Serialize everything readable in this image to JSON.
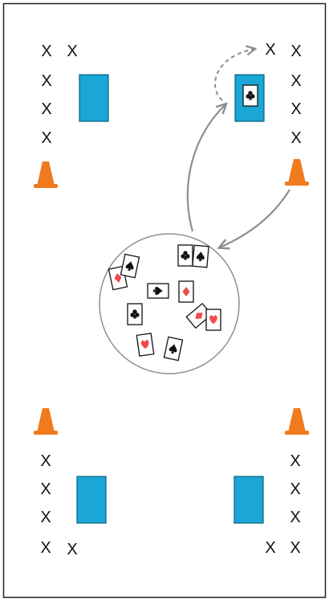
{
  "diagram": {
    "player_mark": "X",
    "colors": {
      "border": "#222222",
      "mat": "#1aa6d6",
      "mat_stroke": "#0b5f80",
      "cone": "#f07a1e",
      "arrow": "#8a8f96",
      "circle": "#8a8f96",
      "card_border": "#111111",
      "suit_black": "#111111",
      "suit_red": "#f04a4a"
    },
    "icons": {
      "mat": "blue-rectangle-mat",
      "cone": "orange-cone-icon",
      "card": "playing-card-icon",
      "club": "club-suit-icon",
      "spade": "spade-suit-icon",
      "diamond": "diamond-suit-icon",
      "heart": "heart-suit-icon"
    },
    "cards": [
      {
        "suit": "diamond",
        "color": "red"
      },
      {
        "suit": "spade",
        "color": "black"
      },
      {
        "suit": "club",
        "color": "black"
      },
      {
        "suit": "spade",
        "color": "black"
      },
      {
        "suit": "spade",
        "color": "black"
      },
      {
        "suit": "diamond",
        "color": "red"
      },
      {
        "suit": "club",
        "color": "black"
      },
      {
        "suit": "diamond",
        "color": "red"
      },
      {
        "suit": "heart",
        "color": "red"
      },
      {
        "suit": "heart",
        "color": "red"
      },
      {
        "suit": "spade",
        "color": "black"
      }
    ],
    "carried_card": {
      "suit": "club",
      "color": "black"
    }
  }
}
